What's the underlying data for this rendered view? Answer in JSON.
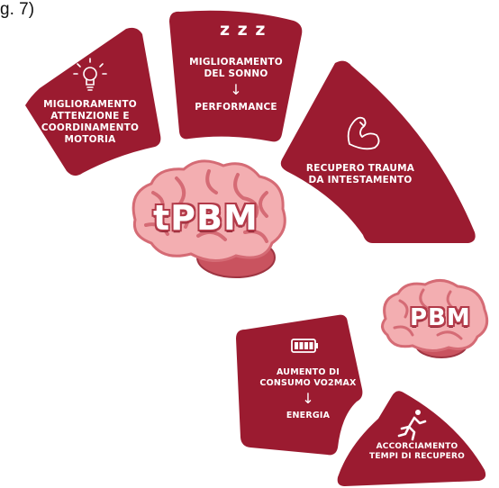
{
  "top_fragment": "g. 7)",
  "colors": {
    "segment": "#9b1b30",
    "brain_light": "#f3aeb1",
    "brain_dark": "#d56b75",
    "cerebellum": "#c9535f",
    "white": "#ffffff"
  },
  "tpbm": {
    "label": "tPBM",
    "segments": [
      {
        "icon": "lightbulb-icon",
        "lines": [
          "MIGLIORAMENTO",
          "ATTENZIONE E",
          "COORDINAMENTO",
          "MOTORIA"
        ]
      },
      {
        "icon": "sleep-zzz-icon",
        "icon_text": "z z z",
        "lines": [
          "MIGLIORAMENTO",
          "DEL SONNO"
        ],
        "result": "PERFORMANCE"
      },
      {
        "icon": "flexed-arm-icon",
        "lines": [
          "RECUPERO TRAUMA",
          "DA INTESTAMENTO"
        ]
      }
    ]
  },
  "pbm": {
    "label": "PBM",
    "segments": [
      {
        "icon": "battery-icon",
        "lines": [
          "AUMENTO DI",
          "CONSUMO VO2MAX"
        ],
        "result": "ENERGIA"
      },
      {
        "icon": "runner-icon",
        "lines": [
          "ACCORCIAMENTO",
          "TEMPI DI RECUPERO"
        ]
      }
    ]
  }
}
